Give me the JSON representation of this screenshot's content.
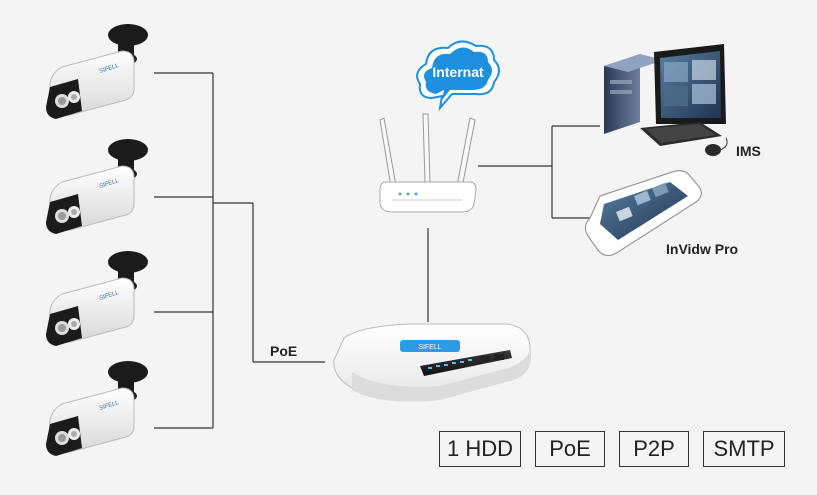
{
  "labels": {
    "cloud": "Internat",
    "poe": "PoE",
    "ims": "IMS",
    "mobile": "InVidw Pro",
    "nvr_logo": "SIFELL",
    "camera_logo": "SIFELL"
  },
  "features": [
    "1 HDD",
    "PoE",
    "P2P",
    "SMTP"
  ],
  "colors": {
    "cloud": "#1f8fe0",
    "nvr_badge": "#2d9be3",
    "line": "#333333",
    "camera_body": "#f2f2f2",
    "camera_dark": "#1b1b1b"
  }
}
